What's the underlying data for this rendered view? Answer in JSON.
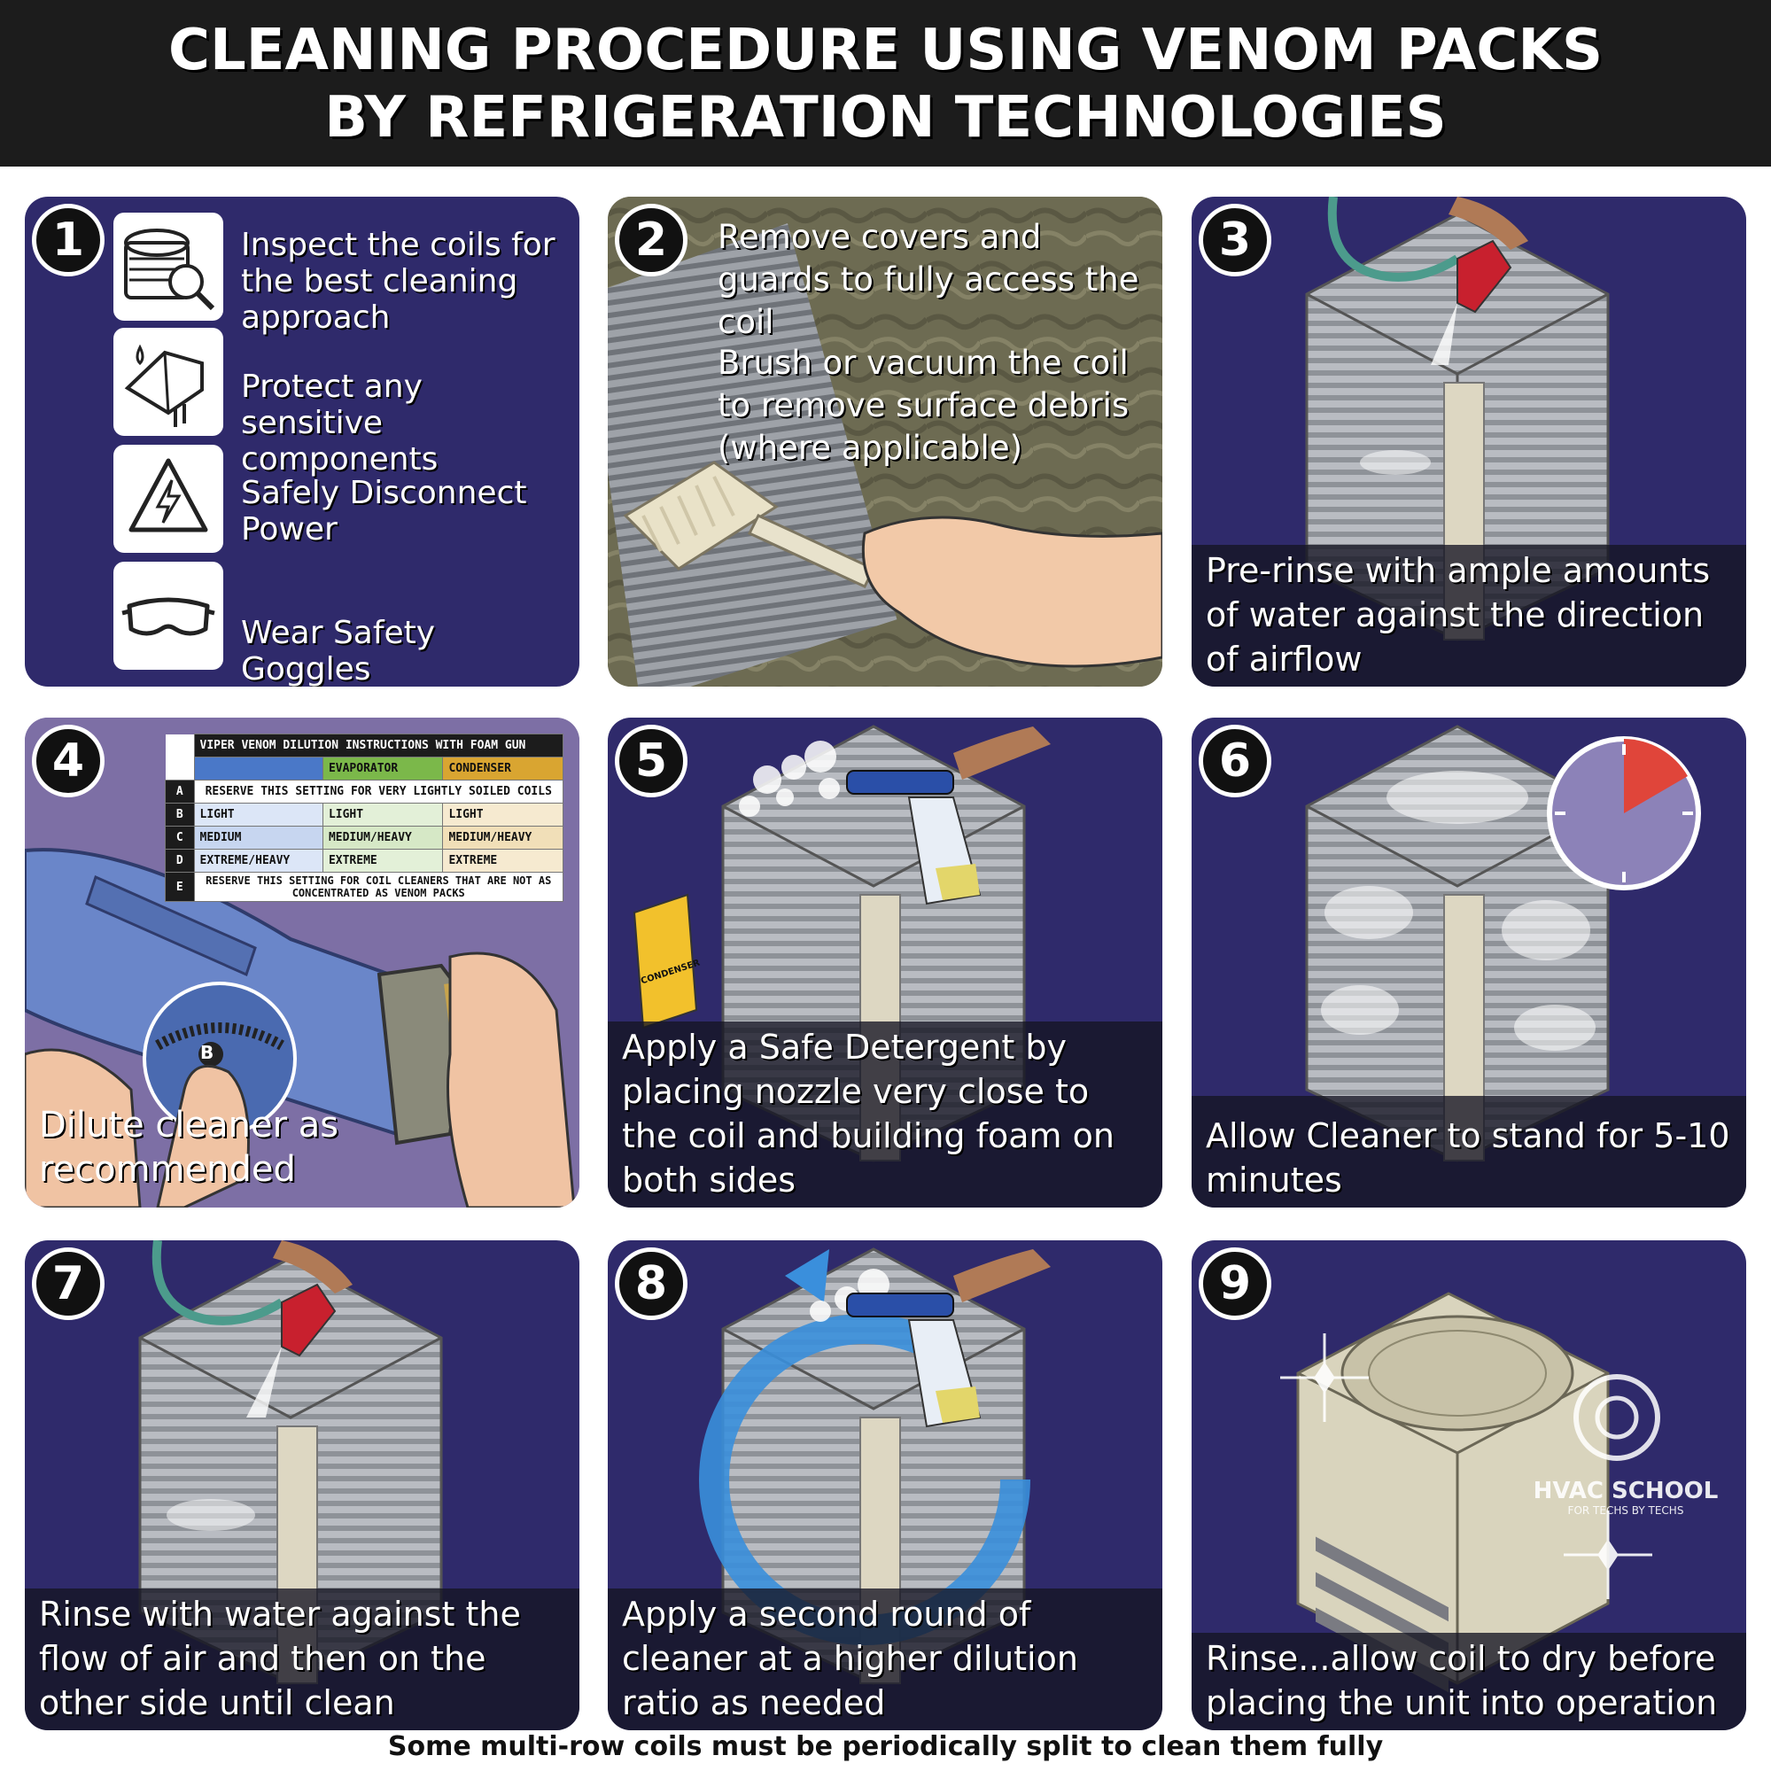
{
  "header": {
    "line1": "CLEANING PROCEDURE USING VENOM PACKS",
    "line2": "BY REFRIGERATION TECHNOLOGIES"
  },
  "steps": [
    {
      "number": "1",
      "items": [
        {
          "icon": "coil-inspect-icon",
          "text": "Inspect the coils for the best cleaning approach"
        },
        {
          "icon": "protect-cover-icon",
          "text": "Protect any sensitive components"
        },
        {
          "icon": "power-hazard-icon",
          "text": "Safely Disconnect Power"
        },
        {
          "icon": "goggles-icon",
          "text": "Wear Safety Goggles"
        }
      ]
    },
    {
      "number": "2",
      "text_a": "Remove covers and guards to fully access the coil",
      "text_b": "Brush or vacuum the coil to remove surface debris (where applicable)"
    },
    {
      "number": "3",
      "caption": "Pre-rinse with ample amounts of water against the direction of airflow"
    },
    {
      "number": "4",
      "caption": "Dilute cleaner as recommended",
      "dial_letter": "B"
    },
    {
      "number": "5",
      "caption": "Apply a Safe Detergent by placing nozzle very close to the coil and building foam on both sides"
    },
    {
      "number": "6",
      "caption": "Allow Cleaner to stand for 5-10 minutes"
    },
    {
      "number": "7",
      "caption": "Rinse with water against the flow of air and then on the other side until clean"
    },
    {
      "number": "8",
      "caption": "Apply a second round of cleaner at a higher dilution ratio as needed"
    },
    {
      "number": "9",
      "caption": "Rinse...allow coil to dry before placing the unit into operation"
    }
  ],
  "dilution_table": {
    "title": "VIPER VENOM DILUTION INSTRUCTIONS WITH FOAM GUN",
    "col_evaporator": "EVAPORATOR",
    "col_condenser": "CONDENSER",
    "rows": [
      {
        "key": "A",
        "full": "RESERVE THIS SETTING FOR VERY LIGHTLY SOILED COILS"
      },
      {
        "key": "B",
        "c1": "LIGHT",
        "c2": "LIGHT",
        "c3": "LIGHT"
      },
      {
        "key": "C",
        "c1": "MEDIUM",
        "c2": "MEDIUM/HEAVY",
        "c3": "MEDIUM/HEAVY"
      },
      {
        "key": "D",
        "c1": "EXTREME/HEAVY",
        "c2": "EXTREME",
        "c3": "EXTREME"
      },
      {
        "key": "E",
        "full": "RESERVE THIS SETTING FOR COIL CLEANERS THAT ARE NOT AS CONCENTRATED AS VENOM PACKS"
      }
    ],
    "colors": {
      "blue": "#4a78c8",
      "green": "#7bb84a",
      "yellow": "#d9a531"
    }
  },
  "product_label": "CONDENSER",
  "logo": {
    "name": "HVAC SCHOOL",
    "tagline": "FOR TECHS BY TECHS"
  },
  "footer": "Some multi-row coils must be periodically split to clean them fully",
  "colors": {
    "panel_bg": "#2f2a6b",
    "header_bg": "#1c1c1c",
    "caption_bg": "#14141f"
  }
}
